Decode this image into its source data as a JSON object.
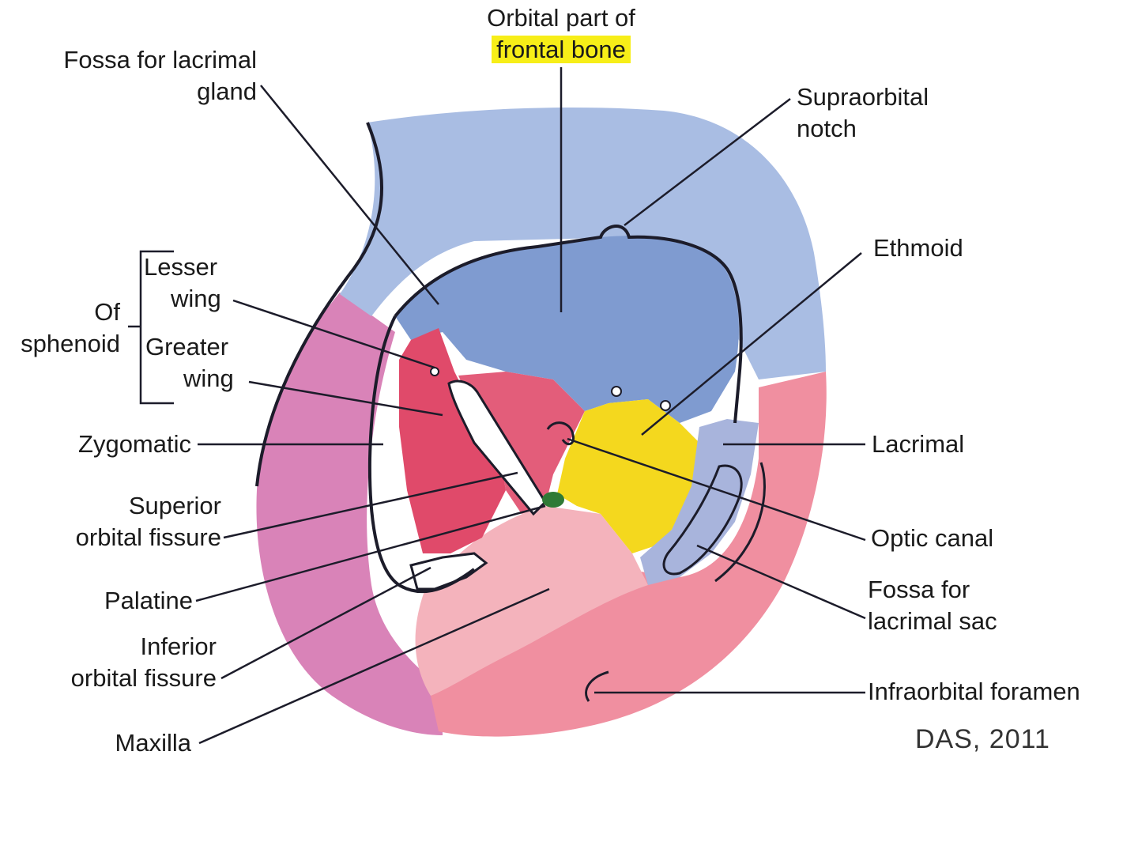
{
  "diagram": {
    "title": {
      "line1": "Orbital part of",
      "line2": "frontal bone"
    },
    "credit": "DAS, 2011",
    "left_labels": {
      "fossa_lacrimal_gland": [
        "Fossa for lacrimal",
        "gland"
      ],
      "lesser_wing": [
        "Lesser",
        "wing"
      ],
      "greater_wing": [
        "Greater",
        "wing"
      ],
      "of_sphenoid": [
        "Of",
        "sphenoid"
      ],
      "zygomatic": "Zygomatic",
      "superior_orbital_fissure": [
        "Superior",
        "orbital fissure"
      ],
      "palatine": "Palatine",
      "inferior_orbital_fissure": [
        "Inferior",
        "orbital fissure"
      ],
      "maxilla": "Maxilla"
    },
    "right_labels": {
      "supraorbital_notch": [
        "Supraorbital",
        "notch"
      ],
      "ethmoid": "Ethmoid",
      "lacrimal": "Lacrimal",
      "optic_canal": "Optic canal",
      "fossa_lacrimal_sac": [
        "Fossa for",
        "lacrimal sac"
      ],
      "infraorbital_foramen": "Infraorbital foramen"
    },
    "colors": {
      "frontal": "#7f9bd0",
      "frontal_light": "#a9bde3",
      "sphenoid_greater": "#e04a6a",
      "sphenoid_lesser": "#e35d7a",
      "zygomatic": "#d983b8",
      "maxilla": "#f08fa0",
      "maxilla_light": "#f4b3bc",
      "ethmoid": "#f4d81e",
      "lacrimal": "#a8b4dc",
      "palatine": "#2f7a36",
      "highlight": "#f7ee18",
      "outline": "#1c1c2a"
    }
  }
}
